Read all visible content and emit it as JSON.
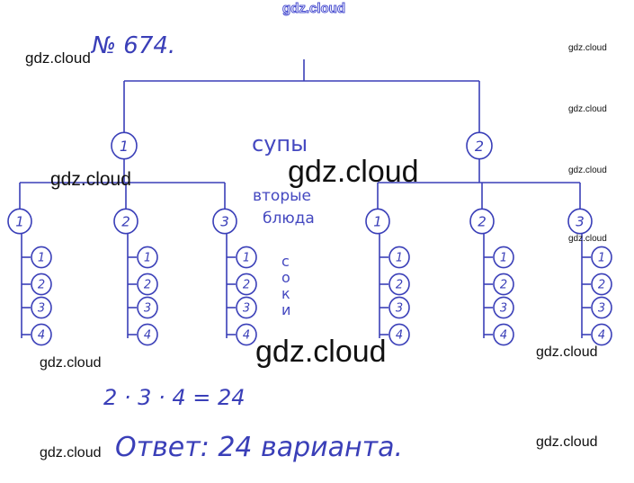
{
  "problem_number": "№ 674.",
  "labels": {
    "soups": "супы",
    "mains_line1": "вторые",
    "mains_line2": "блюда",
    "juices": [
      "с",
      "о",
      "к",
      "и"
    ]
  },
  "tree": {
    "level1": [
      "1",
      "2"
    ],
    "level2": [
      "1",
      "2",
      "3"
    ],
    "level3": [
      "1",
      "2",
      "3",
      "4"
    ]
  },
  "calculation": "2 · 3 · 4 = 24",
  "answer": "Ответ: 24 варианта.",
  "watermarks": {
    "top": "gdz.cloud",
    "items": [
      "gdz.cloud",
      "gdz.cloud",
      "gdz.cloud",
      "gdz.cloud",
      "gdz.cloud",
      "gdz.cloud",
      "gdz.cloud",
      "gdz.cloud",
      "gdz.cloud",
      "gdz.cloud",
      "gdz.cloud",
      "gdz.cloud"
    ]
  },
  "colors": {
    "ink": "#3a3fb8",
    "watermark": "#111111"
  }
}
